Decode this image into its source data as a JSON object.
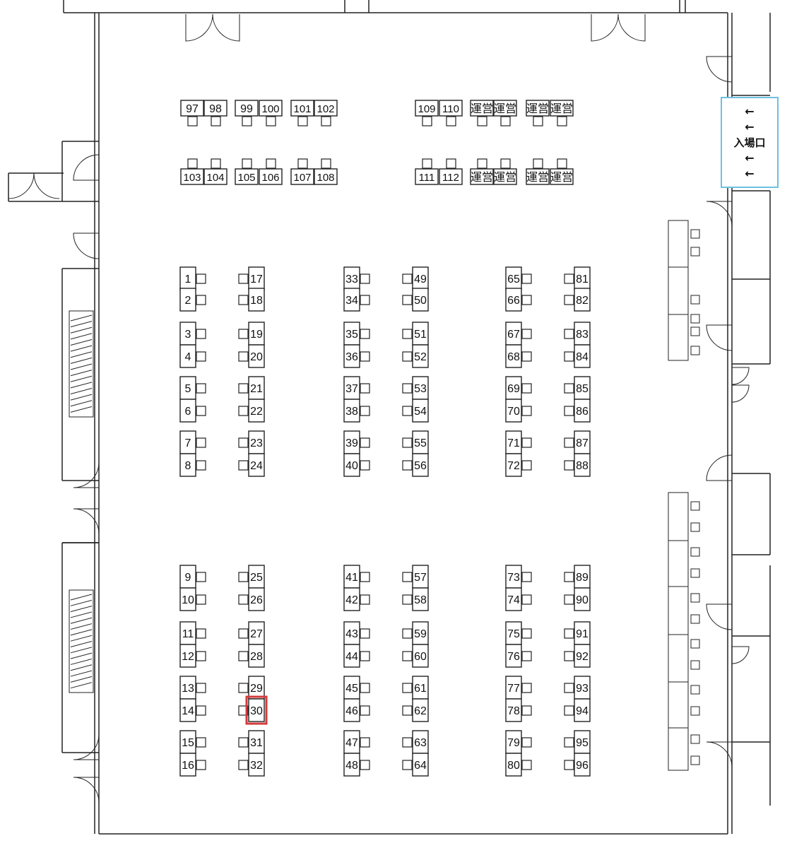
{
  "entrance": {
    "label": "入場口",
    "arrow": "←",
    "border_color": "#6ec1e0"
  },
  "highlight": {
    "booth": "30",
    "color": "#d43a3a"
  },
  "booths": {
    "left_block": [
      [
        "1",
        "2",
        "3",
        "4",
        "5",
        "6",
        "7",
        "8"
      ],
      [
        "17",
        "18",
        "19",
        "20",
        "21",
        "22",
        "23",
        "24"
      ],
      [
        "33",
        "34",
        "35",
        "36",
        "37",
        "38",
        "39",
        "40"
      ],
      [
        "49",
        "50",
        "51",
        "52",
        "53",
        "54",
        "55",
        "56"
      ],
      [
        "65",
        "66",
        "67",
        "68",
        "69",
        "70",
        "71",
        "72"
      ],
      [
        "81",
        "82",
        "83",
        "84",
        "85",
        "86",
        "87",
        "88"
      ]
    ],
    "lower_block": [
      [
        "9",
        "10",
        "11",
        "12",
        "13",
        "14",
        "15",
        "16"
      ],
      [
        "25",
        "26",
        "27",
        "28",
        "29",
        "30",
        "31",
        "32"
      ],
      [
        "41",
        "42",
        "43",
        "44",
        "45",
        "46",
        "47",
        "48"
      ],
      [
        "57",
        "58",
        "59",
        "60",
        "61",
        "62",
        "63",
        "64"
      ],
      [
        "73",
        "74",
        "75",
        "76",
        "77",
        "78",
        "79",
        "80"
      ],
      [
        "89",
        "90",
        "91",
        "92",
        "93",
        "94",
        "95",
        "96"
      ]
    ],
    "top_row_1": [
      "97",
      "98",
      "99",
      "100",
      "101",
      "102",
      "109",
      "110",
      "運営",
      "運営",
      "運営",
      "運営"
    ],
    "top_row_2": [
      "103",
      "104",
      "105",
      "106",
      "107",
      "108",
      "111",
      "112",
      "運営",
      "運営",
      "運営",
      "運営"
    ]
  }
}
